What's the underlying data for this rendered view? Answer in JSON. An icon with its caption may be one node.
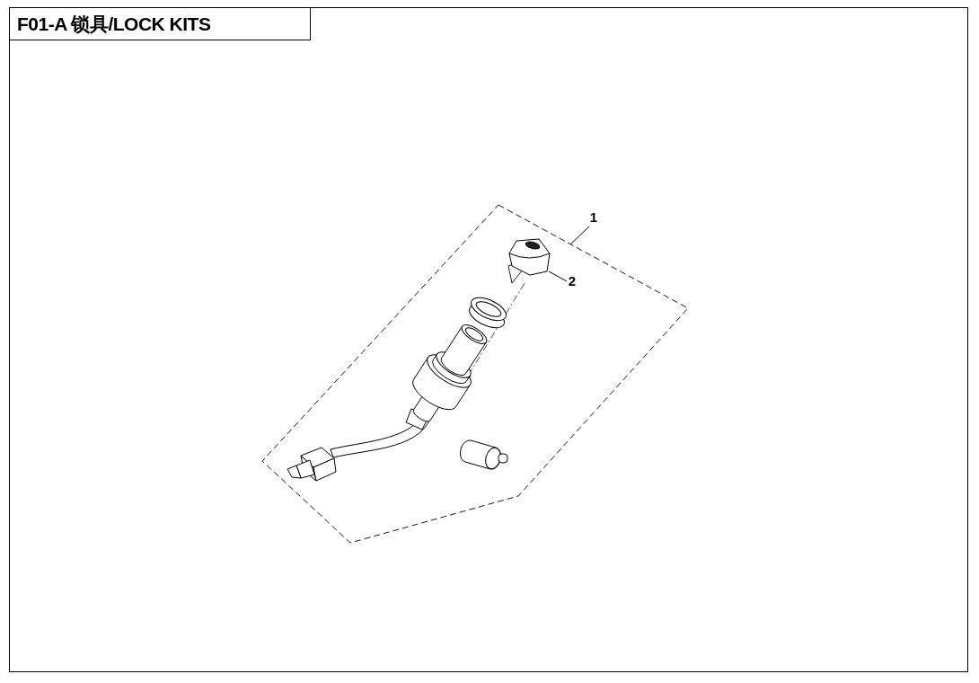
{
  "diagram": {
    "title": "F01-A 锁具/LOCK KITS",
    "nodes": [
      {
        "text": [
          "1"
        ]
      },
      {
        "text": [],
        "shape": "box"
      },
      {
        "text": [
          "2"
        ],
        "in": 1
      },
      {
        "text": [],
        "shape": "picture",
        "in": 1
      }
    ],
    "edges": [
      {
        "from": 0,
        "to": 1,
        "arrow": "none"
      },
      {
        "from": 2,
        "to": 3,
        "arrow": "none"
      }
    ]
  }
}
